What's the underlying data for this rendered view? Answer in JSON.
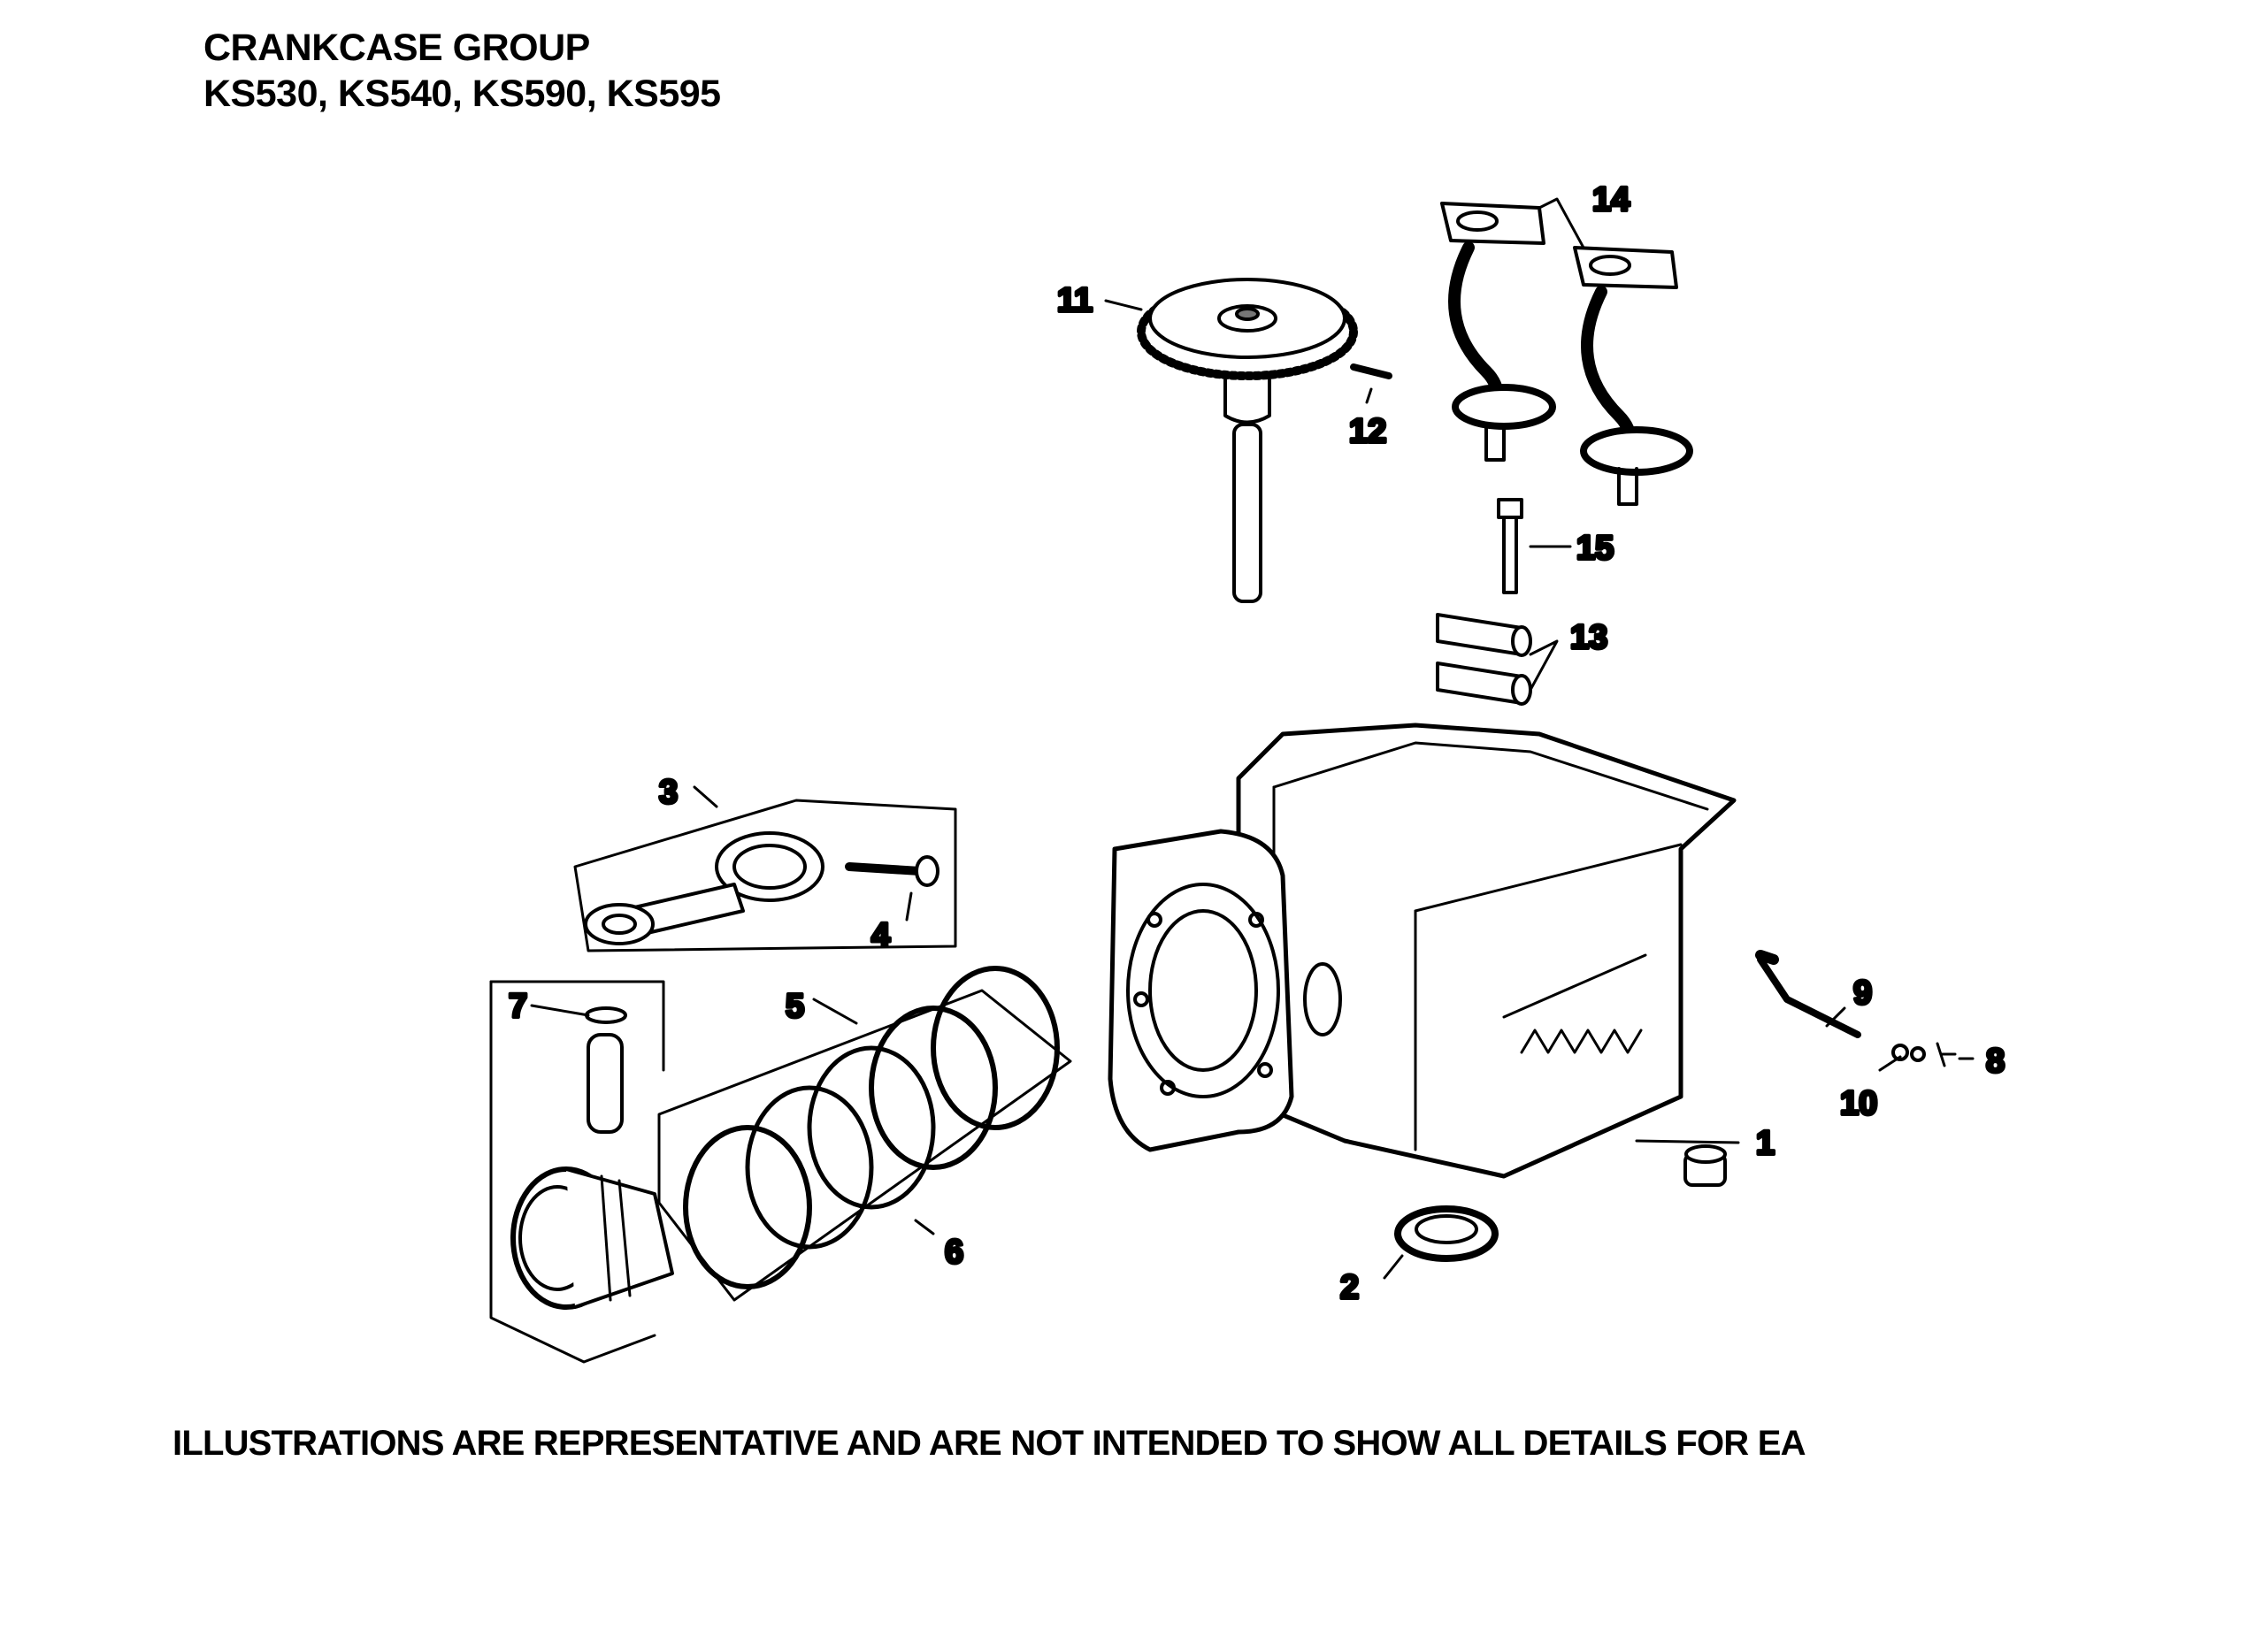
{
  "header": {
    "title": "CRANKCASE GROUP",
    "models": "KS530, KS540, KS590, KS595"
  },
  "footer": {
    "disclaimer": "ILLUSTRATIONS ARE REPRESENTATIVE AND ARE NOT INTENDED TO SHOW ALL DETAILS FOR EA"
  },
  "callouts": {
    "c1": "1",
    "c2": "2",
    "c3": "3",
    "c4": "4",
    "c5": "5",
    "c6": "6",
    "c7": "7",
    "c8": "8",
    "c9": "9",
    "c10": "10",
    "c11": "11",
    "c12": "12",
    "c13": "13",
    "c14": "14",
    "c15": "15"
  }
}
